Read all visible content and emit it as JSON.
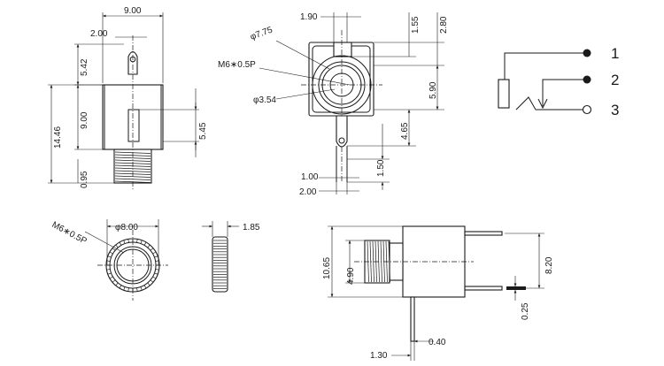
{
  "front_view": {
    "width": "9.00",
    "pin_offset": "2.00",
    "pin_height": "5.42",
    "total_height": "14.46",
    "body_height": "9.00",
    "slot_height": "5.45",
    "thread_gap": "0.95"
  },
  "top_view": {
    "outer_dia": "φ7.75",
    "thread": "M6∗0.5P",
    "inner_dia": "φ3.54",
    "pin_offset": "1.90",
    "notch_depth": "1.55",
    "top_height": "2.80",
    "center_height": "5.90",
    "lower_height": "4.65",
    "pin_thickness": "1.00",
    "pin_width": "2.00",
    "pin_length": "1.50"
  },
  "nut_view": {
    "thread": "M6∗0.5P",
    "diameter": "φ8.00",
    "thickness": "1.85"
  },
  "side_view": {
    "height": "10.65",
    "thread_height": "4.90",
    "pin_spacing": "8.20",
    "pin_thickness": "0.25",
    "pin_pitch": "1.30",
    "pin_width": "0.40"
  },
  "schematic": {
    "pins": [
      "1",
      "2",
      "3"
    ]
  }
}
